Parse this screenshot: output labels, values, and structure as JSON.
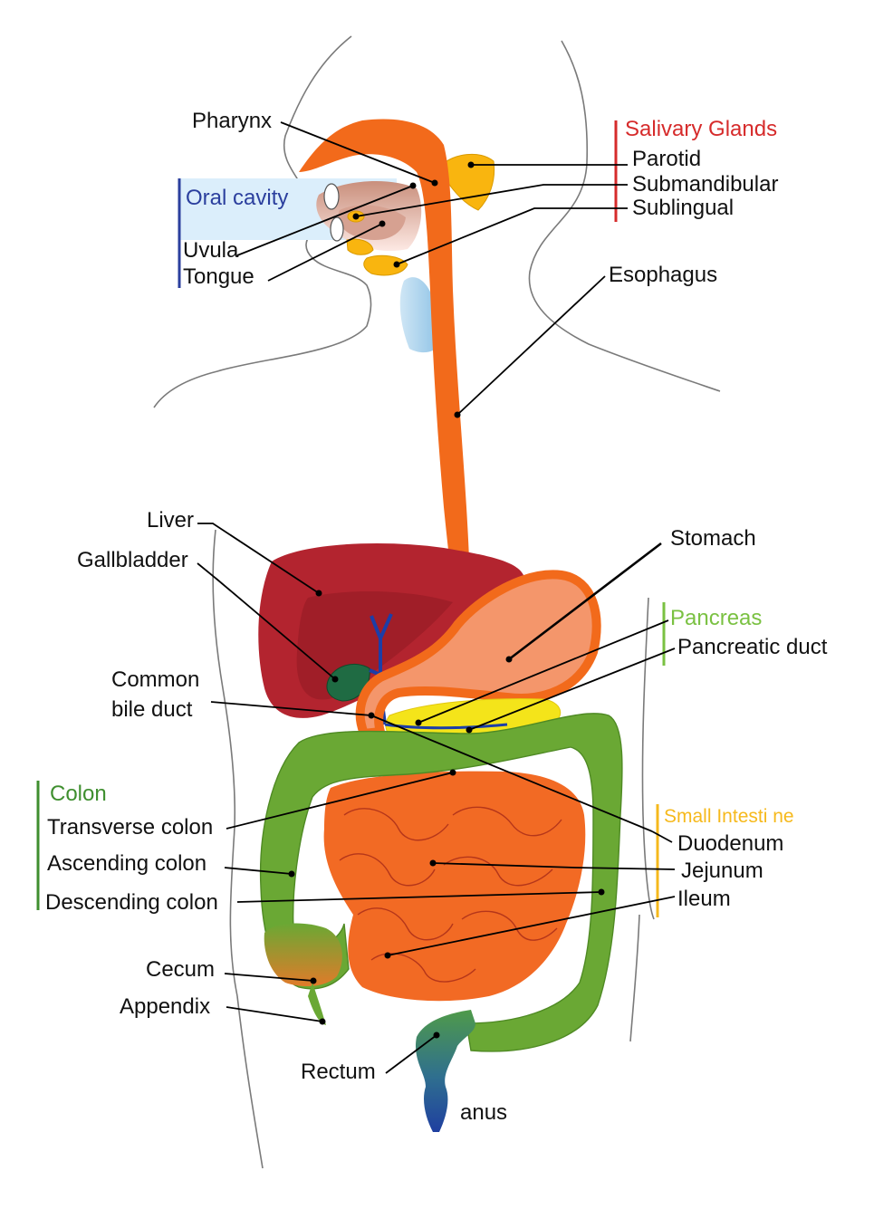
{
  "groups": {
    "salivary": {
      "title": "Salivary Glands",
      "color": "#d62b2b",
      "items": [
        "Parotid",
        "Submandibular",
        "Sublingual"
      ]
    },
    "oral": {
      "title": "Oral cavity",
      "color": "#2b3f9e",
      "items": [
        "Uvula",
        "Tongue"
      ]
    },
    "pancreas": {
      "title": "Pancreas",
      "color": "#7ac142",
      "items": [
        "Pancreatic duct"
      ]
    },
    "colon": {
      "title": "Colon",
      "color": "#3f8f2f",
      "items": [
        "Transverse colon",
        "Ascending colon",
        "Descending colon"
      ]
    },
    "small_intestine": {
      "title": "Small Intesti ne",
      "color": "#f6b91c",
      "items": [
        "Duodenum",
        "Jejunum",
        "Ileum"
      ]
    }
  },
  "labels": {
    "pharynx": "Pharynx",
    "esophagus": "Esophagus",
    "liver": "Liver",
    "gallbladder": "Gallbladder",
    "common_bile_duct_1": "Common",
    "common_bile_duct_2": "bile duct",
    "stomach": "Stomach",
    "cecum": "Cecum",
    "appendix": "Appendix",
    "rectum": "Rectum",
    "anus": "anus"
  },
  "colors": {
    "esophagus": "#f26a1b",
    "liver": "#b3242f",
    "stomach": "#f4966b",
    "colon": "#6aa834",
    "small_intestine": "#f26a24",
    "salivary": "#f9b50f",
    "pancreas": "#f4e41a",
    "rectum": "#2d6aa0",
    "bile": "#1c3ea8"
  }
}
